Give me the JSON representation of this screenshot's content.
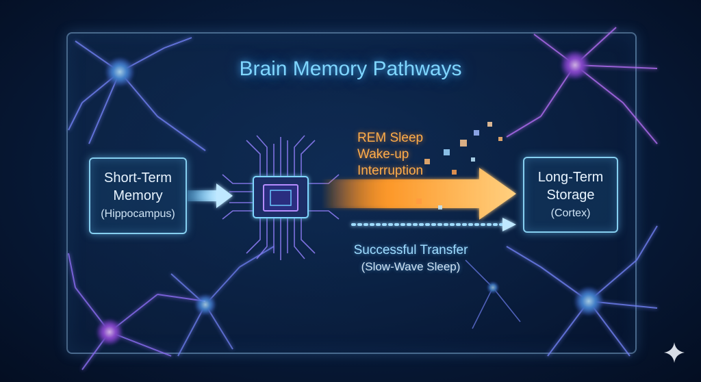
{
  "title": "Brain Memory Pathways",
  "short_term": {
    "line1": "Short-Term",
    "line2": "Memory",
    "sub": "(Hippocampus)"
  },
  "long_term": {
    "line1": "Long-Term",
    "line2": "Storage",
    "sub": "(Cortex)"
  },
  "rem": {
    "line1": "REM Sleep",
    "line2": "Wake-up",
    "line3": "Interruption"
  },
  "transfer": {
    "line1": "Successful Transfer",
    "line2": "(Slow-Wave Sleep)"
  },
  "colors": {
    "frame": "#86cff0",
    "title": "#7fd6ff",
    "rem": "#ffad4a",
    "transfer": "#9fdcff",
    "neuron": "#8a6cf0"
  },
  "icons": [
    "neuron-icon",
    "chip-icon",
    "arrow-icon",
    "sparkle-icon"
  ]
}
